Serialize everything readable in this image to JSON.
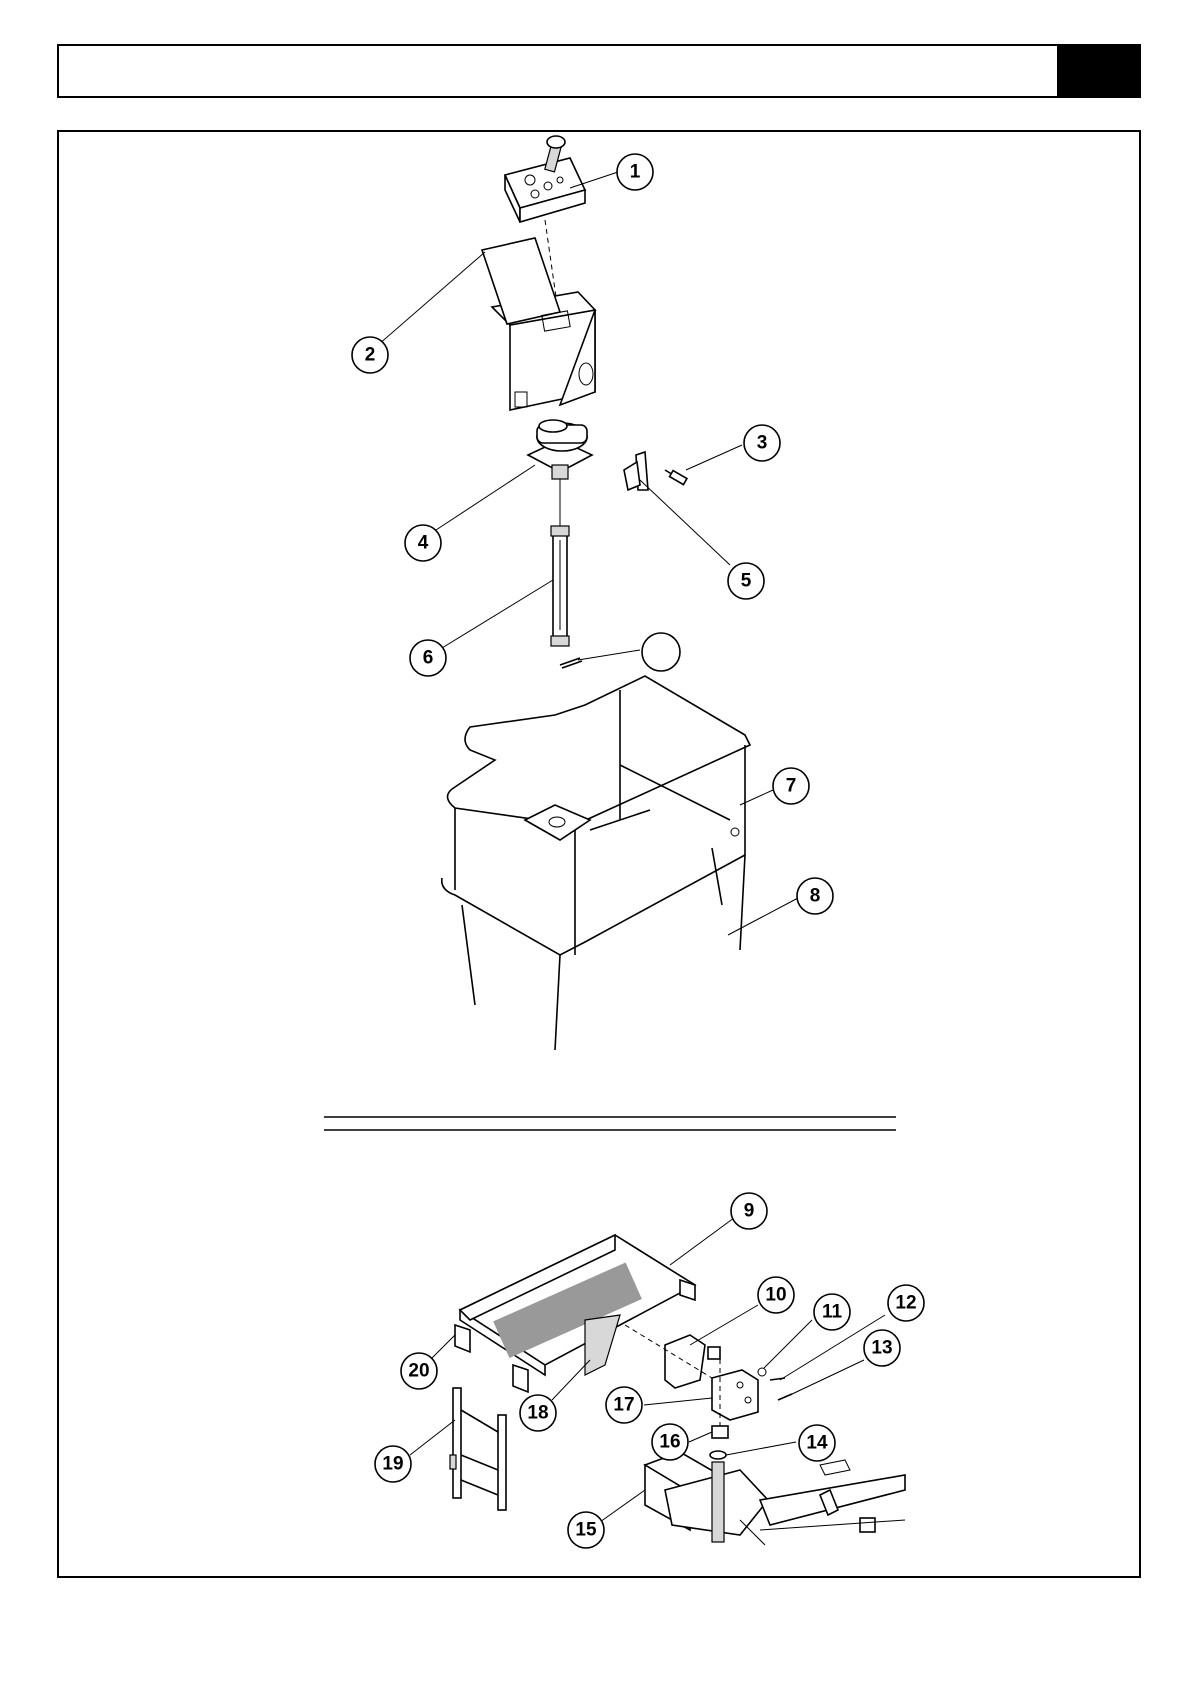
{
  "header": {
    "title": ""
  },
  "callouts": [
    {
      "id": "c1",
      "label": "1"
    },
    {
      "id": "c2",
      "label": "2"
    },
    {
      "id": "c3",
      "label": "3"
    },
    {
      "id": "c4",
      "label": "4"
    },
    {
      "id": "c5",
      "label": "5"
    },
    {
      "id": "c6",
      "label": "6"
    },
    {
      "id": "c7",
      "label": "7"
    },
    {
      "id": "c8",
      "label": "8"
    },
    {
      "id": "c9",
      "label": "9"
    },
    {
      "id": "c10",
      "label": "10"
    },
    {
      "id": "c11",
      "label": "11"
    },
    {
      "id": "c12",
      "label": "12"
    },
    {
      "id": "c13",
      "label": "13"
    },
    {
      "id": "c14",
      "label": "14"
    },
    {
      "id": "c15",
      "label": "15"
    },
    {
      "id": "c16",
      "label": "16"
    },
    {
      "id": "c17",
      "label": "17"
    },
    {
      "id": "c18",
      "label": "18"
    },
    {
      "id": "c19",
      "label": "19"
    },
    {
      "id": "c20",
      "label": "20"
    }
  ]
}
